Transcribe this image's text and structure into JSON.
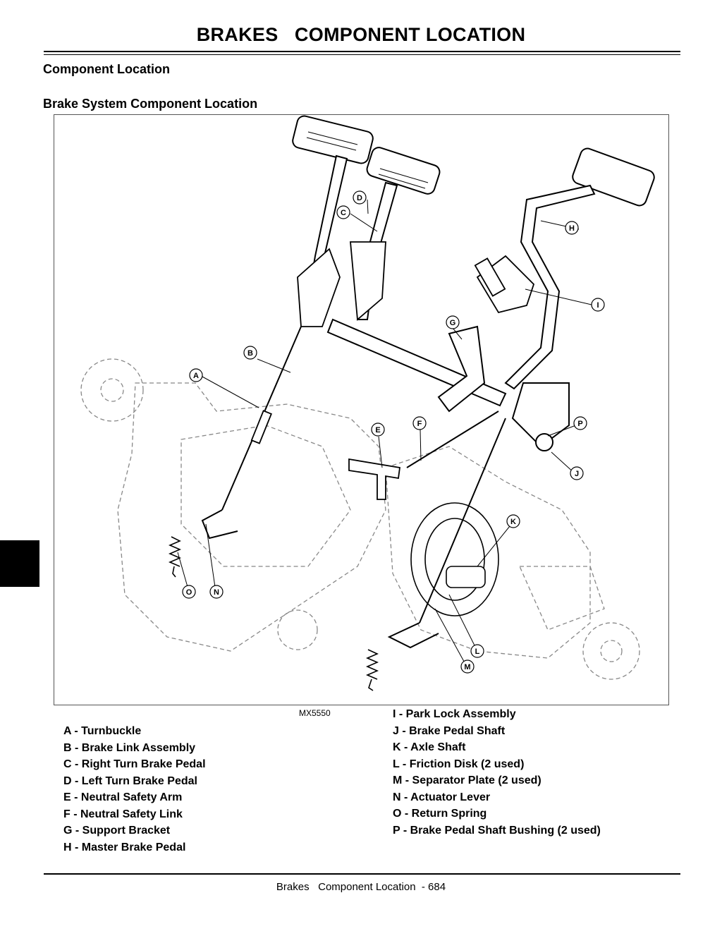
{
  "page": {
    "title": "BRAKES   COMPONENT LOCATION",
    "section_heading": "Component Location",
    "subsection_heading": "Brake System Component Location",
    "figure_id": "MX5550",
    "footer": "Brakes   Component Location  - 684"
  },
  "callouts": [
    "A",
    "B",
    "C",
    "D",
    "E",
    "F",
    "G",
    "H",
    "I",
    "J",
    "K",
    "L",
    "M",
    "N",
    "O",
    "P"
  ],
  "legend_left": [
    "A  - Turnbuckle",
    "B  - Brake Link Assembly",
    "C  - Right Turn Brake Pedal",
    "D  - Left Turn Brake Pedal",
    "E  - Neutral Safety Arm",
    "F  - Neutral Safety Link",
    "G  - Support Bracket",
    "H  - Master Brake Pedal"
  ],
  "legend_right": [
    "I   - Park Lock Assembly",
    "J  - Brake Pedal Shaft",
    "K  - Axle Shaft",
    "L  - Friction Disk (2 used)",
    "M - Separator Plate (2 used)",
    "N  - Actuator Lever",
    "O  - Return Spring",
    "P  - Brake Pedal Shaft Bushing (2 used)"
  ]
}
